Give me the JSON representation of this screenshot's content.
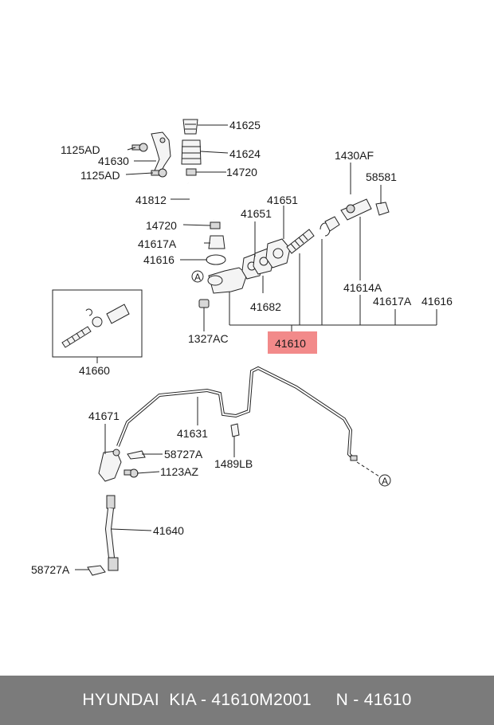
{
  "diagram": {
    "labels": {
      "p41625": "41625",
      "p1125ad_1": "1125AD",
      "p41624": "41624",
      "p41630": "41630",
      "p14720_1": "14720",
      "p1125ad_2": "1125AD",
      "p1430af": "1430AF",
      "p58581": "58581",
      "p41812": "41812",
      "p41651_1": "41651",
      "p41651_2": "41651",
      "p14720_2": "14720",
      "p41617a_1": "41617A",
      "p41616_1": "41616",
      "p41614a": "41614A",
      "p41682": "41682",
      "p41617a_2": "41617A",
      "p41616_2": "41616",
      "p1327ac": "1327AC",
      "p41610": "41610",
      "p41660": "41660",
      "p41671": "41671",
      "p41631": "41631",
      "p58727a_1": "58727A",
      "p1489lb": "1489LB",
      "p1123az": "1123AZ",
      "p41640": "41640",
      "p58727a_2": "58727A",
      "ref_a_1": "A",
      "ref_a_2": "A"
    },
    "highlight_color": "#f28a8a"
  },
  "footer": {
    "text": "HYUNDAI  KIA - 41610M2001     N - 41610",
    "background": "#7b7b7b"
  }
}
